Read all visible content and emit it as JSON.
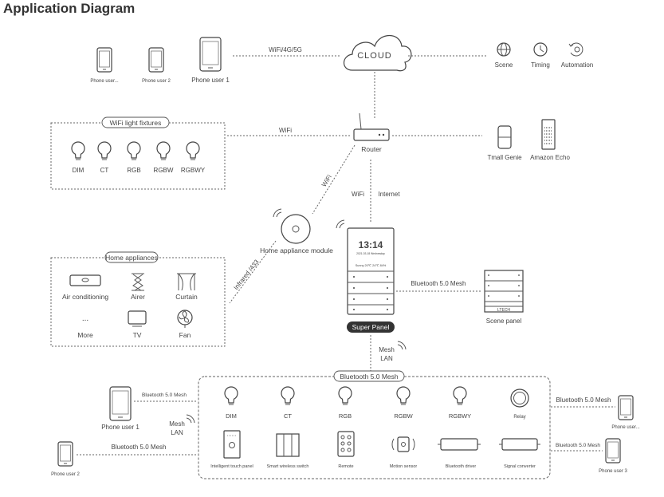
{
  "title": "Application Diagram",
  "cloud": "CLOUD",
  "links": {
    "wifi_4g_5g": "WiFi/4G/5G",
    "wifi": "WiFi",
    "wifi_diag": "WiFi",
    "wifi_vertical": "WiFi",
    "internet": "Internet",
    "infrared": "Infrared /433",
    "bt_mesh_scene": "Bluetooth  5.0  Mesh",
    "mesh": "Mesh",
    "lan": "LAN",
    "bt_mesh_left1": "Bluetooth 5.0 Mesh",
    "bt_mesh_left2": "Bluetooth 5.0 Mesh",
    "bt_mesh_right1": "Bluetooth 5.0 Mesh",
    "bt_mesh_right2": "Bluetooth 5.0 Mesh",
    "mesh_left": "Mesh",
    "lan_left": "LAN"
  },
  "top_phones": [
    "Phone user...",
    "Phone user 2",
    "Phone user 1"
  ],
  "cloud_features": [
    "Scene",
    "Timing",
    "Automation"
  ],
  "router": "Router",
  "voice_assistants": [
    "Tmall Genie",
    "Amazon Echo"
  ],
  "wifi_fixtures": {
    "label": "WiFi light fixtures",
    "items": [
      "DIM",
      "CT",
      "RGB",
      "RGBW",
      "RGBWY"
    ]
  },
  "home_module": "Home  appliance module",
  "home_appliances": {
    "label": "Home appliances",
    "items": [
      "Air conditioning",
      "Airer",
      "Curtain",
      "More",
      "TV",
      "Fan"
    ],
    "more_dots": "..."
  },
  "super_panel": {
    "label": "Super Panel",
    "time": "13:14",
    "date": "2021.03.18  Wednesday",
    "stats": "Sunny   20℃   24℃   84%"
  },
  "scene_panel": {
    "label": "Scene panel",
    "brand": "LTECH"
  },
  "bt_mesh_box": {
    "label": "Bluetooth 5.0 Mesh",
    "lights": [
      "DIM",
      "CT",
      "RGB",
      "RGBW",
      "RGBWY",
      "Relay"
    ],
    "devices": [
      "Intelligent touch panel",
      "Smart wireless switch",
      "Remote",
      "Motion sensor",
      "Bluetooth driver",
      "Signal converter"
    ]
  },
  "bottom_phones": {
    "left1": "Phone user 1",
    "left2": "Phone user 2",
    "right1": "Phone user...",
    "right2": "Phone user 3"
  }
}
